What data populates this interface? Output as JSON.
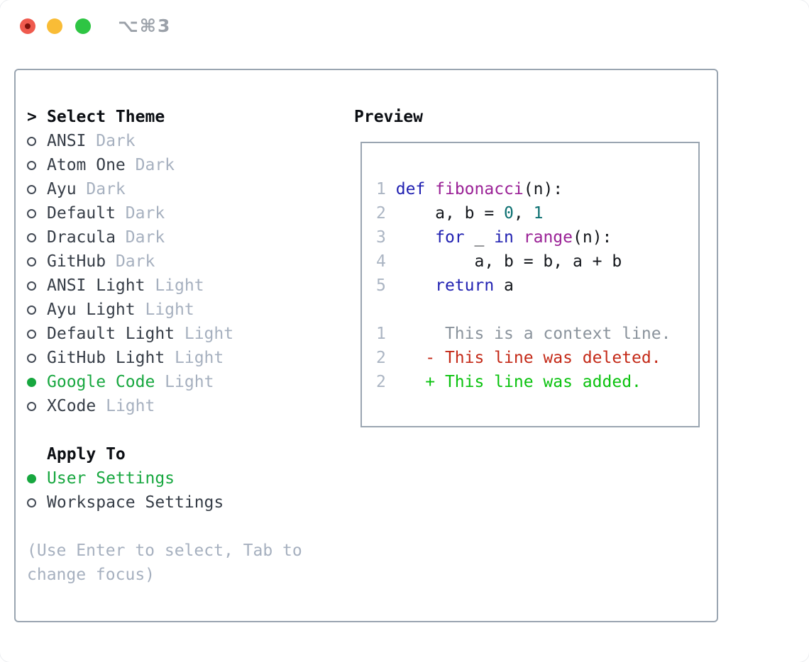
{
  "window": {
    "title": "⌥⌘3",
    "traffic_lights": [
      "close",
      "minimize",
      "zoom"
    ]
  },
  "theme_panel": {
    "header": {
      "prefix": ">",
      "label": "Select Theme"
    },
    "themes": [
      {
        "name": "ANSI",
        "variant": "Dark",
        "selected": false
      },
      {
        "name": "Atom One",
        "variant": "Dark",
        "selected": false
      },
      {
        "name": "Ayu",
        "variant": "Dark",
        "selected": false
      },
      {
        "name": "Default",
        "variant": "Dark",
        "selected": false
      },
      {
        "name": "Dracula",
        "variant": "Dark",
        "selected": false
      },
      {
        "name": "GitHub",
        "variant": "Dark",
        "selected": false
      },
      {
        "name": "ANSI Light",
        "variant": "Light",
        "selected": false
      },
      {
        "name": "Ayu Light",
        "variant": "Light",
        "selected": false
      },
      {
        "name": "Default Light",
        "variant": "Light",
        "selected": false
      },
      {
        "name": "GitHub Light",
        "variant": "Light",
        "selected": false
      },
      {
        "name": "Google Code",
        "variant": "Light",
        "selected": true
      },
      {
        "name": "XCode",
        "variant": "Light",
        "selected": false
      }
    ],
    "apply_to": {
      "label": "Apply To",
      "options": [
        {
          "name": "User Settings",
          "selected": true
        },
        {
          "name": "Workspace Settings",
          "selected": false
        }
      ]
    },
    "hint_lines": [
      "(Use Enter to select, Tab to",
      "change focus)"
    ]
  },
  "preview": {
    "label": "Preview",
    "code": {
      "lines": [
        {
          "num": "1",
          "tokens": [
            [
              "kw",
              "def"
            ],
            [
              "pl",
              " "
            ],
            [
              "fn",
              "fibonacci"
            ],
            [
              "pl",
              "(n):"
            ]
          ]
        },
        {
          "num": "2",
          "tokens": [
            [
              "pl",
              "    a, b = "
            ],
            [
              "num",
              "0"
            ],
            [
              "pl",
              ", "
            ],
            [
              "num",
              "1"
            ]
          ]
        },
        {
          "num": "3",
          "tokens": [
            [
              "pl",
              "    "
            ],
            [
              "kw",
              "for"
            ],
            [
              "pl",
              " _ "
            ],
            [
              "kw",
              "in"
            ],
            [
              "pl",
              " "
            ],
            [
              "fn",
              "range"
            ],
            [
              "pl",
              "(n):"
            ]
          ]
        },
        {
          "num": "4",
          "tokens": [
            [
              "pl",
              "        a, b = b, a + b"
            ]
          ]
        },
        {
          "num": "5",
          "tokens": [
            [
              "pl",
              "    "
            ],
            [
              "kw",
              "return"
            ],
            [
              "pl",
              " a"
            ]
          ]
        }
      ]
    },
    "diff": {
      "lines": [
        {
          "num": "1",
          "marker": " ",
          "text": "This is a context line.",
          "kind": "context"
        },
        {
          "num": "2",
          "marker": "-",
          "text": "This line was deleted.",
          "kind": "deleted"
        },
        {
          "num": "2",
          "marker": "+",
          "text": "This line was added.",
          "kind": "added"
        }
      ]
    }
  },
  "colors": {
    "accent_green": "#17a73f",
    "text_primary": "#363d47",
    "text_muted": "#a6b0bf",
    "header_black": "#0b0e13",
    "panel_border": "#9aa5b1",
    "line_number": "#abb5c3",
    "code_keyword": "#2222b2",
    "code_function": "#9a2196",
    "code_number": "#0b6f70",
    "code_plain": "#14171c",
    "diff_context": "#8a939c",
    "diff_deleted": "#c42a18",
    "diff_added": "#0ac20e",
    "titlebar_text": "#9ba1a9",
    "traffic_red": "#ef5a4e",
    "traffic_yellow": "#f9bc36",
    "traffic_green": "#2ec543"
  }
}
